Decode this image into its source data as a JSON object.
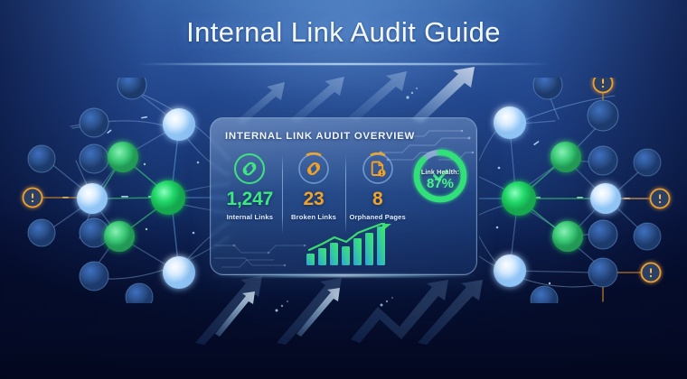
{
  "page": {
    "title": "Internal Link Audit Guide",
    "background_top_color": "#3a6aae",
    "background_bottom_color": "#070f38",
    "accent_green": "#3ee87e",
    "accent_orange": "#f0a326",
    "accent_blue": "#6fb6ff"
  },
  "card": {
    "heading": "INTERNAL LINK AUDIT OVERVIEW",
    "stats": [
      {
        "icon": "chain-link-icon",
        "value": "1,247",
        "label": "Internal Links",
        "color": "#3ee87e"
      },
      {
        "icon": "broken-chain-icon",
        "value": "23",
        "label": "Broken Links",
        "color": "#f0a326"
      },
      {
        "icon": "orphan-page-icon",
        "value": "8",
        "label": "Orphaned Pages",
        "color": "#f0a326"
      }
    ],
    "gauge": {
      "icon": "check-icon",
      "label": "Link Health:",
      "value": "87%",
      "percent": 87,
      "color": "#3ee87e",
      "track_color": "#9fc4e8"
    },
    "mini_chart": {
      "icon": "growth-bar-chart-icon",
      "bars": [
        10,
        14,
        19,
        17,
        24,
        30,
        38
      ],
      "trend": "rising"
    }
  },
  "network_left": {
    "name": "internal-link-graph-left",
    "node_counts": {
      "hub": 1,
      "green": 2,
      "white": 3,
      "blue": 9,
      "warning": 1
    }
  },
  "network_right": {
    "name": "internal-link-graph-right",
    "node_counts": {
      "hub": 1,
      "green": 2,
      "white": 3,
      "blue": 9,
      "warning": 3
    }
  },
  "decor": {
    "top_arrows": 4,
    "bottom_arrows": 4
  }
}
